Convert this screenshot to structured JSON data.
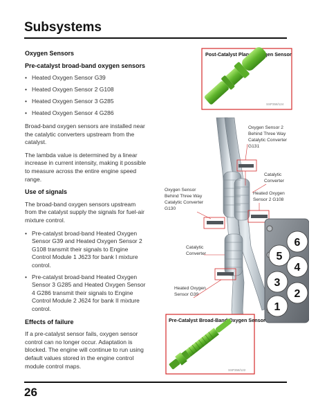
{
  "page": {
    "title": "Subsystems",
    "page_number": "26"
  },
  "content": {
    "section_title": "Oxygen Sensors",
    "pre_cat_heading": "Pre-catalyst broad-band oxygen sensors",
    "sensors": [
      "Heated Oxygen Sensor G39",
      "Heated Oxygen Sensor 2 G108",
      "Heated Oxygen Sensor 3 G285",
      "Heated Oxygen Sensor 4 G286"
    ],
    "para1": "Broad-band oxygen sensors are installed near the catalytic converters upstream from the catalyst.",
    "para2": "The lambda value is determined by a linear increase in current intensity, making it possible to measure across the entire engine speed range.",
    "signals_heading": "Use of signals",
    "para3": "The broad-band oxygen sensors upstream from the catalyst supply the signals for fuel-air mixture control.",
    "signal_bullets": [
      "Pre-catalyst broad-band Heated Oxygen Sensor G39 and Heated Oxygen Sensor 2 G108 transmit their signals to Engine Control Module 1 J623 for bank I mixture control.",
      "Pre-catalyst broad-band Heated Oxygen Sensor 3 G285 and Heated Oxygen Sensor 4 G286 transmit their signals to Engine Control Module 2 J624 for bank II mixture control."
    ],
    "failure_heading": "Effects of failure",
    "para4": "If a pre-catalyst sensor fails, oxygen sensor control can no longer occur. Adaptation is blocked. The engine will continue to run using default values stored in the engine control module control maps."
  },
  "figure": {
    "post_cat_box": "Post-Catalyst Planar Oxygen Sensor",
    "post_cat_id": "SSP358/124",
    "pre_cat_box": "Pre-Catalyst Broad-Band Oxygen Sensor",
    "pre_cat_id": "SSP358/122",
    "label_sensor2_g131": [
      "Oxygen Sensor 2",
      "Behind Three Way",
      "Catalytic Converter",
      "G131"
    ],
    "label_cat_converter_right": [
      "Catalytic",
      "Converter"
    ],
    "label_hos2_g108": [
      "Heated Oxygen",
      "Sensor 2 G108"
    ],
    "label_sensor_g130": [
      "Oxygen Sensor",
      "Behind Three Way",
      "Catalytic Converter",
      "G130"
    ],
    "label_cat_converter_left": [
      "Catalytic",
      "Converter"
    ],
    "label_hos_g39": [
      "Heated Oxygen",
      "Sensor G39"
    ],
    "cylinders": [
      "6",
      "5",
      "4",
      "3",
      "2",
      "1"
    ]
  },
  "colors": {
    "sensor_green": "#6fc33b",
    "callout_red": "#d42a2a",
    "pipe_gray": "#a9b3bb",
    "engine_gray": "#7d8288"
  }
}
